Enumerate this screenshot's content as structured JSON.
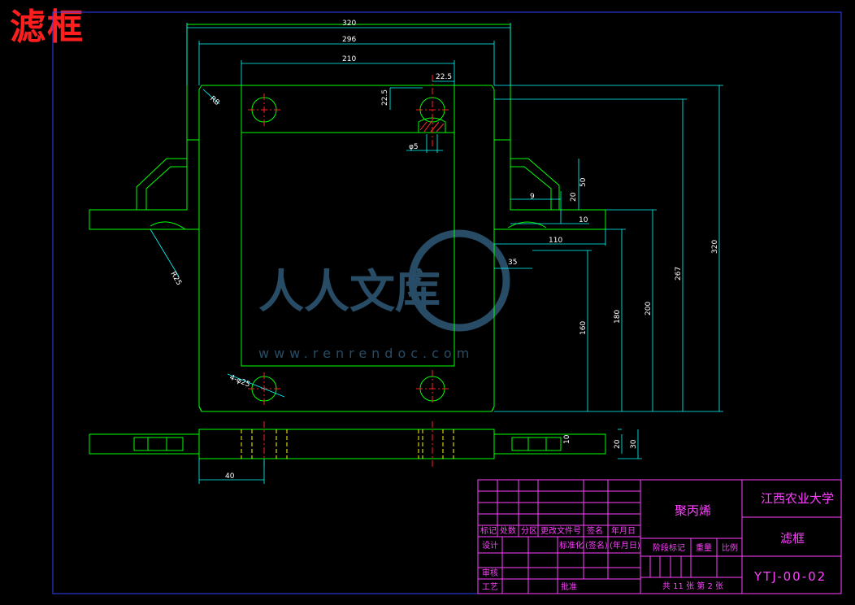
{
  "title": "滤框",
  "watermark": {
    "text": "人人文库",
    "url": "www.renrendoc.com"
  },
  "dimensions": {
    "d320_top": "320",
    "d296": "296",
    "d210": "210",
    "d22_5_h": "22.5",
    "d22_5_v": "22.5",
    "phi5": "φ5",
    "d50": "50",
    "d20_side": "20",
    "d10": "10",
    "d110": "110",
    "d35": "35",
    "d160": "160",
    "d180": "180",
    "d200": "200",
    "d267": "267",
    "d320_side": "320",
    "d20_bottom": "20",
    "d30_bottom": "30",
    "r_left": "R25",
    "r_top": "R8",
    "hole": "4-φ25",
    "left_bottom": "40",
    "small_9": "9",
    "small_10": "10"
  },
  "colors": {
    "outline": "#00ff00",
    "dimension": "#00ffff",
    "center": "#ff2020",
    "titleblock": "#ff40ff",
    "hidden": "#ffff00"
  },
  "title_block": {
    "material": "聚丙烯",
    "university": "江西农业大学",
    "part_name": "滤框",
    "drawing_no": "YTJ-00-02",
    "header_row": [
      "标记",
      "处数",
      "分区",
      "更改文件号",
      "签名",
      "年月日"
    ],
    "design": "设计",
    "standardize": "标准化",
    "sign": "(签名)",
    "date": "(年月日)",
    "stage_mark": "阶段标记",
    "weight": "重量",
    "scale": "比例",
    "review": "审核",
    "process": "工艺",
    "approve": "批准",
    "sheets": "共 11 张 第 2 张"
  }
}
